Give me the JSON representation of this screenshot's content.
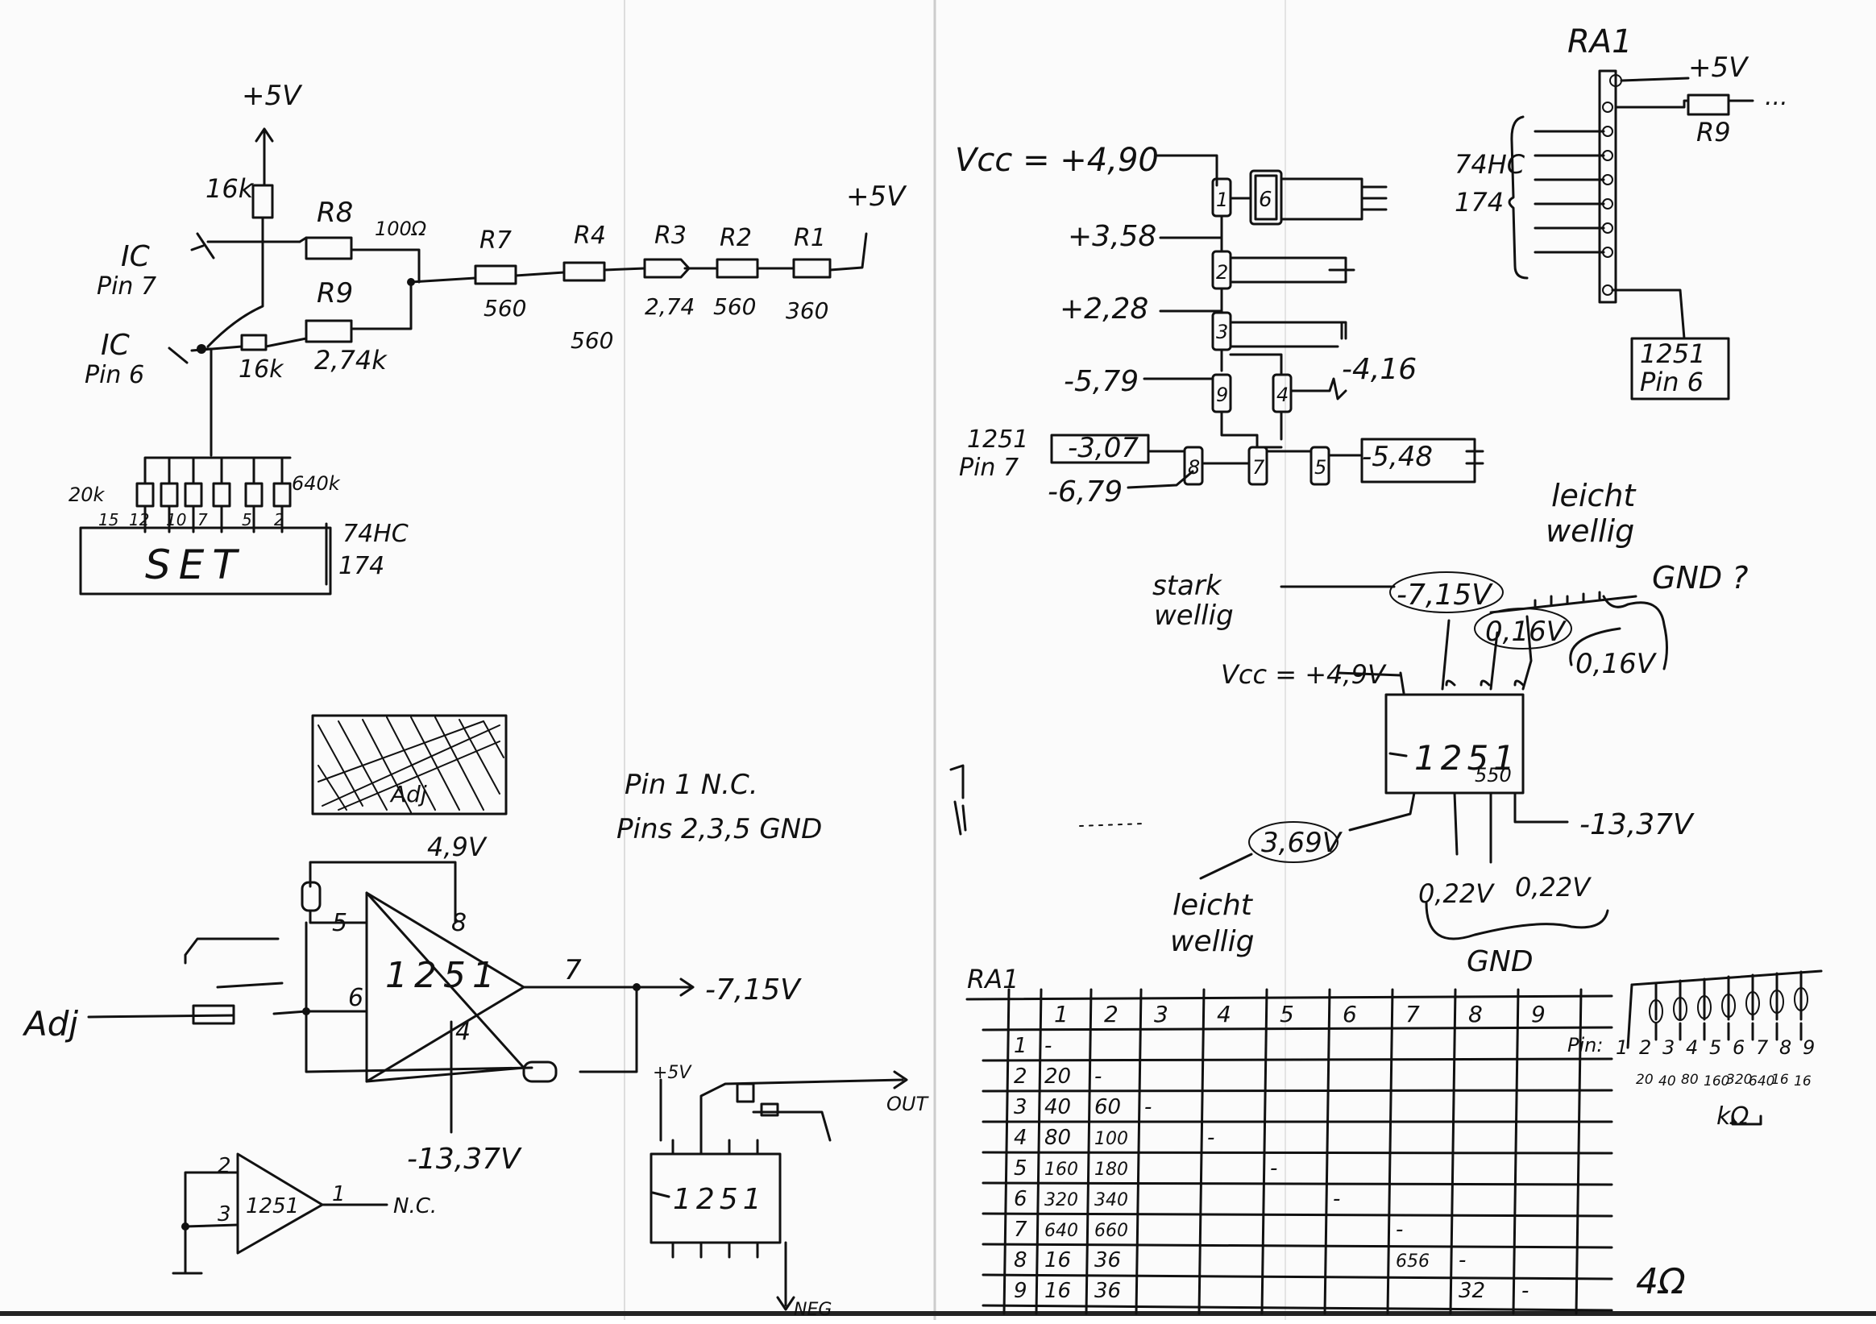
{
  "top_left": {
    "plus5v_top": "+5V",
    "plus5v_right": "+5V",
    "r_16k_top": "16k",
    "r8": "R8",
    "r8_value": "100Ω",
    "r9": "R9",
    "r9_value": "2,74k",
    "r_16k_bottom": "16k",
    "ic_pin7": [
      "IC",
      "Pin 7"
    ],
    "ic_pin6": [
      "IC",
      "Pin 6"
    ],
    "ladder_names": [
      "R7",
      "R4",
      "R3",
      "R2",
      "R1"
    ],
    "ladder_values": [
      "560",
      "560",
      "2,74",
      "560",
      "360"
    ],
    "dip_left": "20k",
    "dip_right": "640k",
    "dip_pins": [
      "15",
      "12",
      "10",
      "7",
      "5",
      "2"
    ],
    "set_label": "SET",
    "ic_74hc": [
      "74HC",
      "174"
    ]
  },
  "divider": {
    "vcc": "Vcc = +4,90",
    "rows": [
      {
        "num": "1",
        "voltage": ""
      },
      {
        "num": "2",
        "voltage": "+3,58"
      },
      {
        "num": "3",
        "voltage": "+2,28"
      },
      {
        "num": "9",
        "voltage": "-5,79"
      },
      {
        "num": "4",
        "voltage": "-4,16"
      },
      {
        "num": "8",
        "voltage": "-3,07"
      },
      {
        "num": "7",
        "voltage": "-6,79"
      },
      {
        "num": "5",
        "voltage": "-5,48"
      }
    ],
    "pin_box_top": "6",
    "label_1251_pin7": [
      "1251",
      "Pin 7"
    ]
  },
  "ra1_header": {
    "title": "RA1",
    "plus5v": "+5V",
    "ellipsis": "...",
    "r9": "R9",
    "ic_74hc": [
      "74HC",
      "174"
    ],
    "box": [
      "1251",
      "Pin 6"
    ]
  },
  "ic_1251_pinout": {
    "chip": "1251",
    "sub": "550",
    "labels": {
      "stark_wellig": [
        "stark",
        "wellig"
      ],
      "leicht_wellig_top": [
        "leicht",
        "wellig"
      ],
      "gnd_q": "GND ?",
      "neg715": "-7,15V",
      "v016a": "0,16V",
      "v016b": "0,16V",
      "vcc": "Vcc = +4,9V",
      "neg1337": "-13,37V",
      "v369": "3,69V",
      "leicht_wellig_bottom": [
        "leicht",
        "wellig"
      ],
      "v022a": "0,22V",
      "v022b": "0,22V",
      "gnd": "GND"
    }
  },
  "notes": {
    "pin1": "Pin 1 N.C.",
    "pins235": "Pins 2,3,5 GND",
    "adj_box": "Adj"
  },
  "opamp": {
    "chip": "1251",
    "supply": "4,9V",
    "pin5": "5",
    "pin8": "8",
    "pin6": "6",
    "pin7": "7",
    "pin4": "4",
    "adj": "Adj",
    "output": "-7,15V",
    "neg_supply": "-13,37V"
  },
  "small_opamp": {
    "chip": "1251",
    "pin2": "2",
    "pin3": "3",
    "pin1": "1",
    "nc": "N.C."
  },
  "dip_1251": {
    "chip": "1251",
    "plus5v": "+5V",
    "out": "OUT",
    "neg": "NEG"
  },
  "ra1_table": {
    "title": "RA1",
    "cols": [
      "1",
      "2",
      "3",
      "4",
      "5",
      "6",
      "7",
      "8",
      "9"
    ],
    "rows": [
      [
        "1",
        "-",
        "",
        "",
        "",
        "",
        "",
        "",
        "",
        ""
      ],
      [
        "2",
        "20",
        "-",
        "",
        "",
        "",
        "",
        "",
        "",
        ""
      ],
      [
        "3",
        "40",
        "60",
        "-",
        "",
        "",
        "",
        "",
        "",
        ""
      ],
      [
        "4",
        "80",
        "100",
        "",
        "-",
        "",
        "",
        "",
        "",
        ""
      ],
      [
        "5",
        "160",
        "180",
        "",
        "",
        "-",
        "",
        "",
        "",
        ""
      ],
      [
        "6",
        "320",
        "340",
        "",
        "",
        "",
        "-",
        "",
        "",
        ""
      ],
      [
        "7",
        "640",
        "660",
        "",
        "",
        "",
        "",
        "-",
        "",
        ""
      ],
      [
        "8",
        "16",
        "36",
        "",
        "",
        "",
        "",
        "656",
        "-",
        ""
      ],
      [
        "9",
        "16",
        "36",
        "",
        "",
        "",
        "",
        "",
        "32",
        "-"
      ]
    ]
  },
  "pin_array": {
    "pin_label": "Pin:",
    "pins": [
      "1",
      "2",
      "3",
      "4",
      "5",
      "6",
      "7",
      "8",
      "9"
    ],
    "values": [
      "20",
      "40",
      "80",
      "160",
      "320",
      "640",
      "16",
      "16"
    ],
    "unit": "kΩ"
  },
  "corner": "4Ω"
}
